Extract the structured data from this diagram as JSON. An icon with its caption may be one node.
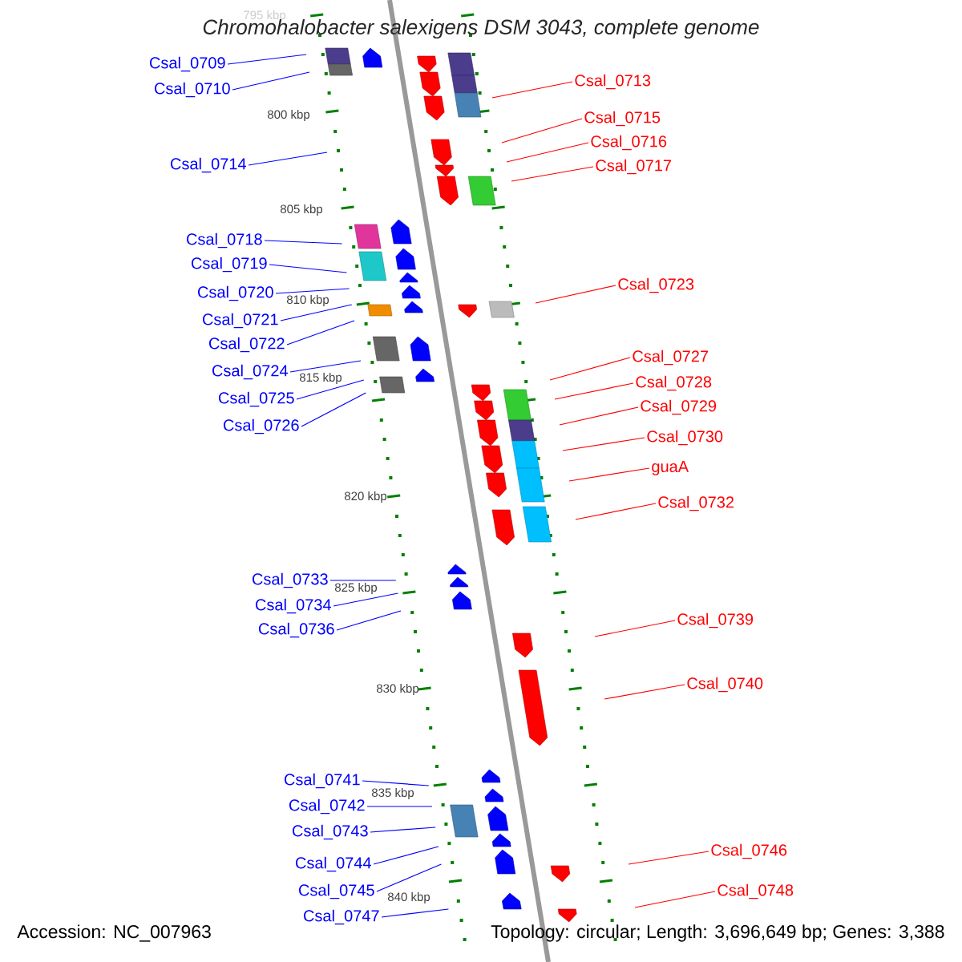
{
  "diagram": {
    "title": "*Chromohalobacter salexigens* DSM 3043, complete genome",
    "nodes": [
      {
        "text": [
          "Csal_0709"
        ]
      },
      {
        "text": [
          "Csal_0710"
        ]
      },
      {
        "text": [
          "Csal_0713"
        ]
      },
      {
        "text": [
          "Csal_0715"
        ]
      },
      {
        "text": [
          "Csal_0716"
        ]
      },
      {
        "text": [
          "Csal_0714"
        ]
      },
      {
        "text": [
          "Csal_0717"
        ]
      },
      {
        "text": [
          "Csal_0718"
        ]
      },
      {
        "text": [
          "Csal_0719"
        ]
      },
      {
        "text": [
          "Csal_0723"
        ]
      },
      {
        "text": [
          "Csal_0720"
        ]
      },
      {
        "text": [
          "Csal_0721"
        ]
      },
      {
        "text": [
          "Csal_0722"
        ]
      },
      {
        "text": [
          "Csal_0727"
        ]
      },
      {
        "text": [
          "Csal_0724"
        ]
      },
      {
        "text": [
          "Csal_0728"
        ]
      },
      {
        "text": [
          "Csal_0725"
        ]
      },
      {
        "text": [
          "Csal_0729"
        ]
      },
      {
        "text": [
          "Csal_0726"
        ]
      },
      {
        "text": [
          "Csal_0730"
        ]
      },
      {
        "text": [
          "guaA"
        ]
      },
      {
        "text": [
          "Csal_0732"
        ]
      },
      {
        "text": [
          "Csal_0733"
        ]
      },
      {
        "text": [
          "Csal_0734"
        ]
      },
      {
        "text": [
          "Csal_0739"
        ]
      },
      {
        "text": [
          "Csal_0736"
        ]
      },
      {
        "text": [
          "Csal_0740"
        ]
      },
      {
        "text": [
          "Csal_0741"
        ]
      },
      {
        "text": [
          "Csal_0742"
        ]
      },
      {
        "text": [
          "Csal_0743"
        ]
      },
      {
        "text": [
          "Csal_0746"
        ]
      },
      {
        "text": [
          "Csal_0744"
        ]
      },
      {
        "text": [
          "Csal_0745"
        ]
      },
      {
        "text": [
          "Csal_0748"
        ]
      },
      {
        "text": [
          "Csal_0747"
        ]
      }
    ],
    "edges": [
      {
        "from": 0,
        "to": null,
        "arrow": "none"
      },
      {
        "from": 1,
        "to": null,
        "arrow": "none"
      },
      {
        "from": 2,
        "to": null,
        "arrow": "none",
        "color": "#ff0000"
      },
      {
        "from": 3,
        "to": null,
        "arrow": "none",
        "color": "#ff0000"
      },
      {
        "from": 4,
        "to": null,
        "arrow": "none",
        "color": "#ff0000"
      },
      {
        "from": 5,
        "to": null,
        "arrow": "none"
      },
      {
        "from": 6,
        "to": null,
        "arrow": "none",
        "color": "#ff0000"
      },
      {
        "from": 7,
        "to": null,
        "arrow": "none"
      },
      {
        "from": 8,
        "to": null,
        "arrow": "none"
      },
      {
        "from": 9,
        "to": null,
        "arrow": "none",
        "color": "#ff0000"
      },
      {
        "from": 10,
        "to": null,
        "arrow": "none"
      },
      {
        "from": 11,
        "to": null,
        "arrow": "none"
      },
      {
        "from": 12,
        "to": null,
        "arrow": "none"
      },
      {
        "from": 13,
        "to": null,
        "arrow": "none",
        "color": "#ff0000"
      },
      {
        "from": 14,
        "to": null,
        "arrow": "none"
      },
      {
        "from": 15,
        "to": null,
        "arrow": "none",
        "color": "#ff0000"
      },
      {
        "from": 16,
        "to": null,
        "arrow": "none"
      },
      {
        "from": 17,
        "to": null,
        "arrow": "none",
        "color": "#ff0000"
      },
      {
        "from": 18,
        "to": null,
        "arrow": "none"
      },
      {
        "from": 19,
        "to": null,
        "arrow": "none",
        "color": "#ff0000"
      },
      {
        "from": 20,
        "to": null,
        "arrow": "none",
        "color": "#ff0000"
      },
      {
        "from": 21,
        "to": null,
        "arrow": "none",
        "color": "#ff0000"
      },
      {
        "from": 22,
        "to": null,
        "arrow": "none"
      },
      {
        "from": 23,
        "to": null,
        "arrow": "none"
      },
      {
        "from": 24,
        "to": null,
        "arrow": "none",
        "color": "#ff0000"
      },
      {
        "from": 25,
        "to": null,
        "arrow": "none"
      },
      {
        "from": 26,
        "to": null,
        "arrow": "none",
        "color": "#ff0000"
      },
      {
        "from": 27,
        "to": null,
        "arrow": "none"
      },
      {
        "from": 28,
        "to": null,
        "arrow": "none"
      },
      {
        "from": 29,
        "to": null,
        "arrow": "none"
      },
      {
        "from": 30,
        "to": null,
        "arrow": "none",
        "color": "#ff0000"
      },
      {
        "from": 31,
        "to": null,
        "arrow": "none"
      },
      {
        "from": 32,
        "to": null,
        "arrow": "none"
      },
      {
        "from": 33,
        "to": null,
        "arrow": "none",
        "color": "#ff0000"
      },
      {
        "from": 34,
        "to": null,
        "arrow": "none"
      }
    ],
    "labels": [
      "795 kbp",
      "800 kbp",
      "805 kbp",
      "810 kbp",
      "815 kbp",
      "820 kbp",
      "825 kbp",
      "830 kbp",
      "835 kbp",
      "840 kbp",
      "Accession: NC_007963",
      "Topology: circular; Length: 3,696,649 bp; Genes: 3,388"
    ]
  }
}
